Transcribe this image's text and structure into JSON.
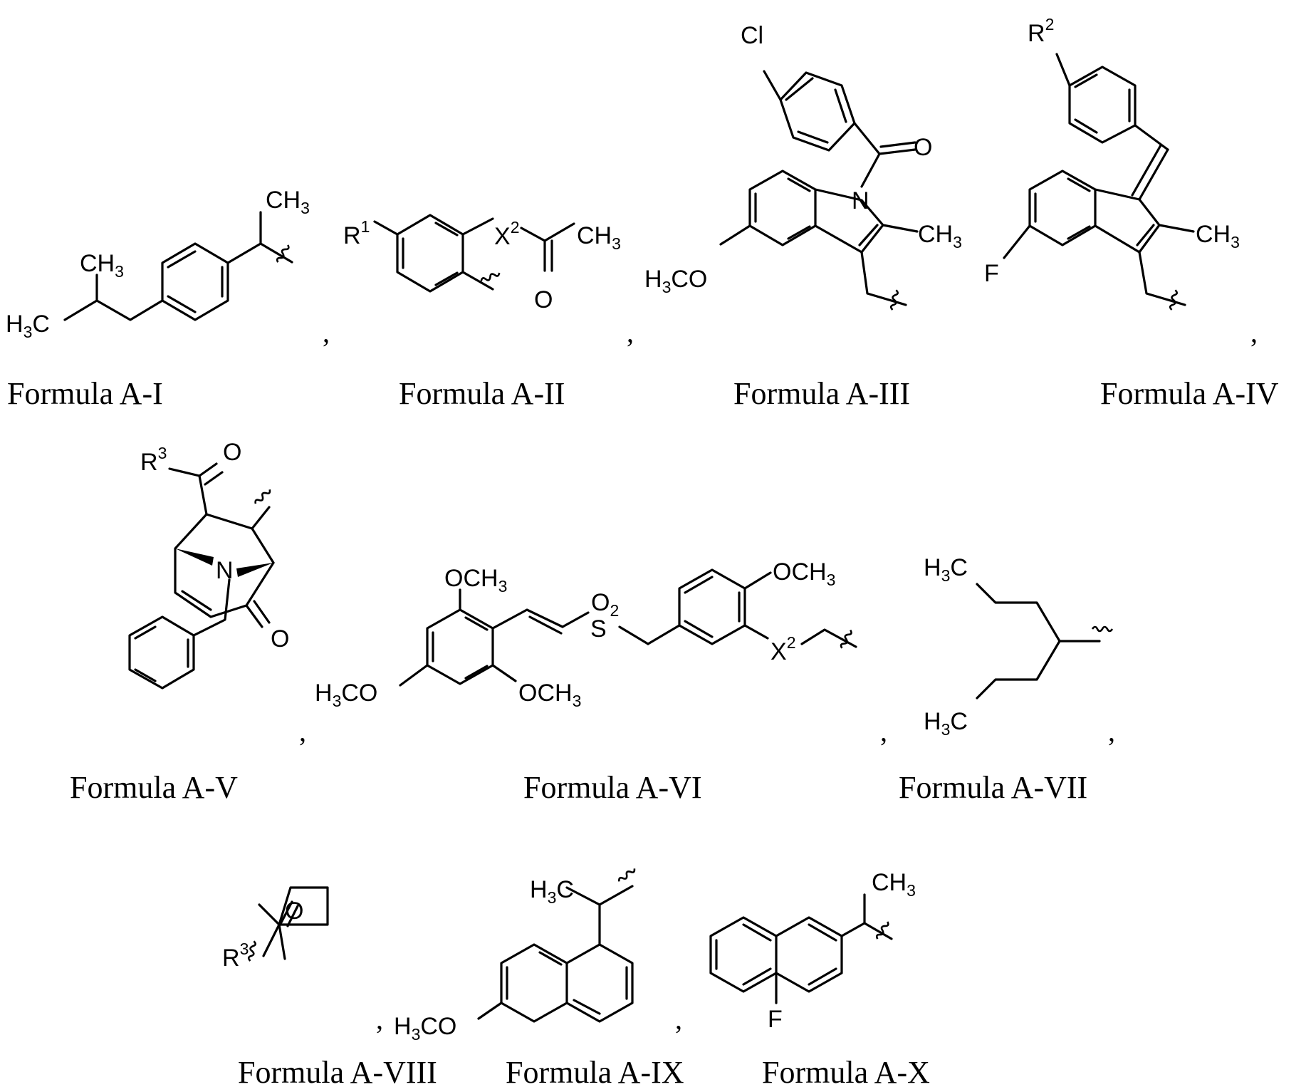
{
  "figure": {
    "structures": [
      {
        "caption": "Formula A-I",
        "labels": {
          "ch3_top": "CH",
          "ch3_mid": "CH",
          "h3c": "H",
          "h3c_c": "C",
          "sub3": "3"
        },
        "separator": ","
      },
      {
        "caption": "Formula A-II",
        "labels": {
          "r": "R",
          "r_sup": "1",
          "x": "X",
          "x_sup": "2",
          "ch3": "CH",
          "sub3": "3",
          "o": "O"
        },
        "separator": ","
      },
      {
        "caption": "Formula A-III",
        "labels": {
          "cl": "Cl",
          "o": "O",
          "n": "N",
          "ch3": "CH",
          "sub3": "3",
          "h3co_h": "H",
          "h3co_co": "CO"
        }
      },
      {
        "caption": "Formula A-IV",
        "labels": {
          "r": "R",
          "r_sup": "2",
          "ch3": "CH",
          "sub3": "3",
          "f": "F"
        },
        "separator": ","
      },
      {
        "caption": "Formula A-V",
        "labels": {
          "r": "R",
          "r_sup": "3",
          "o_top": "O",
          "n": "N",
          "o_bottom": "O"
        },
        "separator": ","
      },
      {
        "caption": "Formula A-VI",
        "labels": {
          "och3": "OCH",
          "sub3": "3",
          "o2": "O",
          "o2_sub": "2",
          "s": "S",
          "x": "X",
          "x_sup": "2",
          "h3co_h": "H",
          "h3co_co": "CO"
        },
        "separator": ","
      },
      {
        "caption": "Formula A-VII",
        "labels": {
          "h3c_h": "H",
          "h3c_c": "C",
          "sub3": "3"
        },
        "separator": ","
      },
      {
        "caption": "Formula A-VIII",
        "labels": {
          "o": "O",
          "r": "R",
          "r_sup": "3"
        },
        "separator": ","
      },
      {
        "caption": "Formula A-IX",
        "labels": {
          "h3c_h": "H",
          "h3c_c": "C",
          "sub3": "3",
          "h3co_h": "H",
          "h3co_co": "CO"
        },
        "separator": ","
      },
      {
        "caption": "Formula A-X",
        "labels": {
          "ch3": "CH",
          "sub3": "3",
          "f": "F"
        }
      }
    ]
  }
}
